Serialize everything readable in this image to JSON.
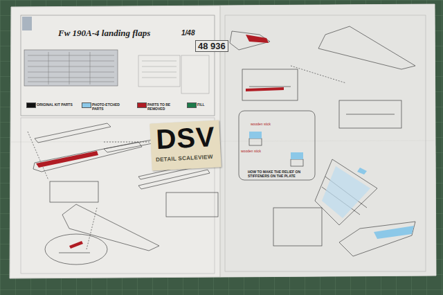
{
  "diagram": {
    "title": "Fw 190A-4 landing flaps",
    "labels": [
      "1/48",
      "48 936",
      "DSV",
      "DETAIL SCALEVIEW",
      "wooden stick",
      "wooden stick",
      "HOW TO MAKE THE RELIEF ON STIFFENERS ON THE PLATE"
    ],
    "legend": [
      {
        "text": "ORIGINAL KIT PARTS",
        "color": "#111111"
      },
      {
        "text": "PHOTO-ETCHED PARTS",
        "color": "#8cc8e8"
      },
      {
        "text": "PARTS TO BE REMOVED",
        "color": "#b01c24"
      },
      {
        "text": "FILL",
        "color": "#1d7a4a"
      }
    ]
  }
}
